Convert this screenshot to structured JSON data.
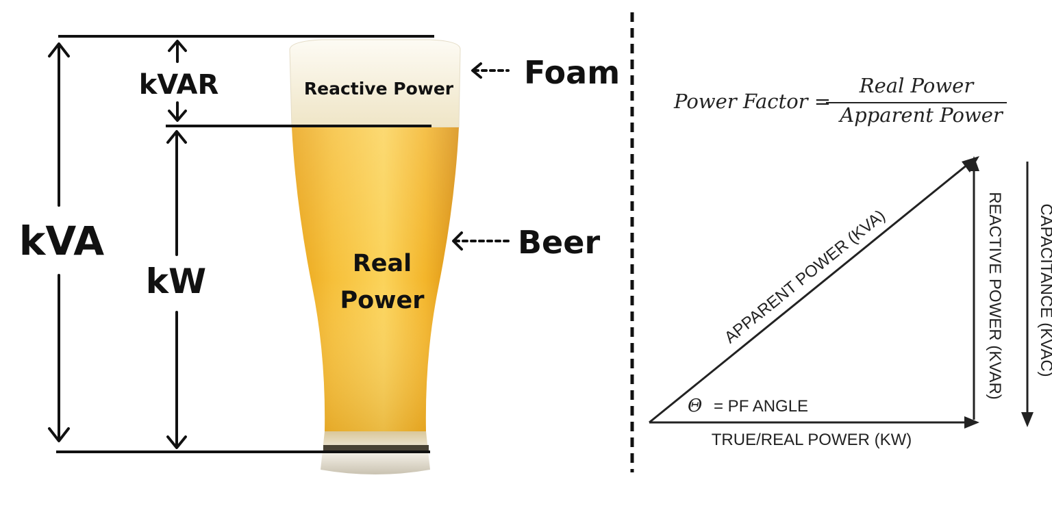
{
  "left_diagram": {
    "kva_label": "kVA",
    "kvar_label": "kVAR",
    "kw_label": "kW",
    "foam_label": "Foam",
    "beer_label": "Beer",
    "reactive_power_label": "Reactive Power",
    "real_power_line1": "Real",
    "real_power_line2": "Power",
    "colors": {
      "beer": "#f3b62a",
      "foam": "#f7f1e0",
      "ink": "#111111"
    }
  },
  "formula": {
    "lhs": "Power Factor =",
    "numerator": "Real Power",
    "denominator": "Apparent Power"
  },
  "triangle": {
    "hypotenuse_label": "APPARENT POWER (KVA)",
    "vertical_label": "REACTIVE POWER (KVAR)",
    "base_label": "TRUE/REAL POWER (KW)",
    "angle_symbol": "Θ",
    "angle_label": "= PF ANGLE",
    "capacitance_label": "CAPACITANCE (KVAC)"
  }
}
